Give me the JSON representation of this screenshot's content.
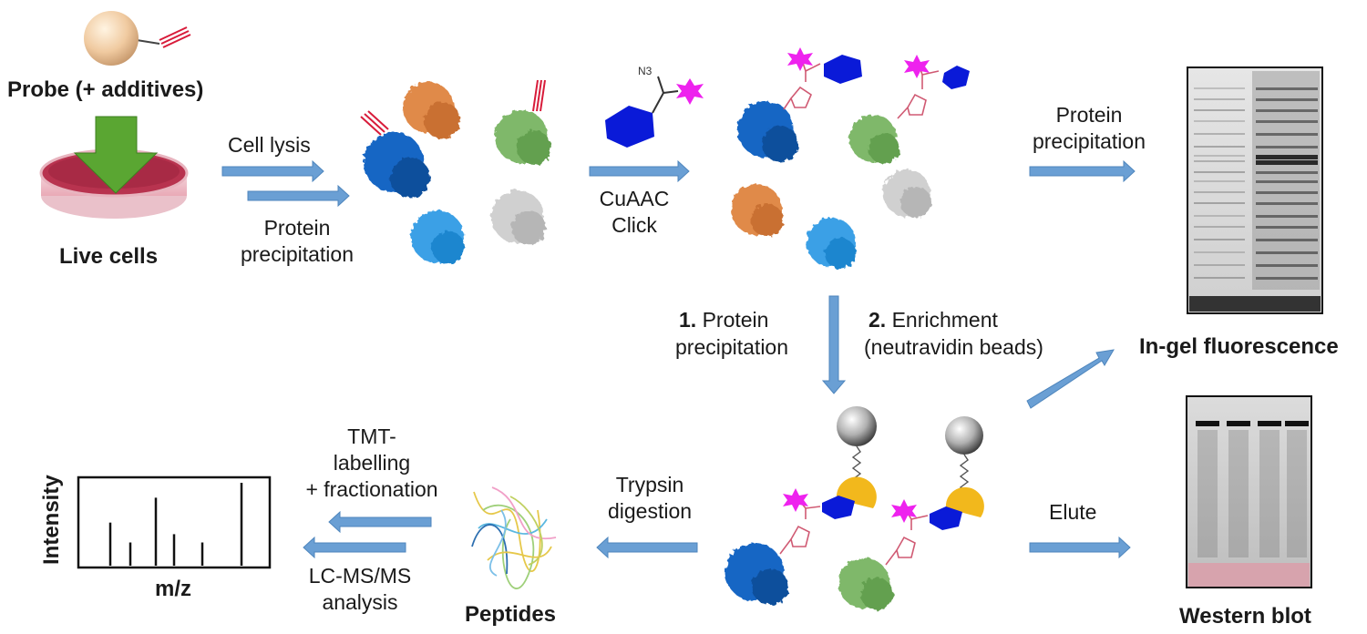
{
  "labels": {
    "probe": "Probe (+ additives)",
    "live_cells": "Live cells",
    "cell_lysis": "Cell lysis",
    "protein_precipitation_1": "Protein",
    "protein_precipitation_2": "precipitation",
    "cuaac": "CuAAC",
    "click": "Click",
    "right_protein": "Protein",
    "right_precipitation": "precipitation",
    "step1_num": "1.",
    "step1_a": "Protein",
    "step1_b": "precipitation",
    "step2_num": "2.",
    "step2_a": "Enrichment",
    "step2_b": "(neutravidin beads)",
    "in_gel": "In-gel fluorescence",
    "western_blot": "Western blot",
    "elute": "Elute",
    "trypsin_a": "Trypsin",
    "trypsin_b": "digestion",
    "peptides": "Peptides",
    "tmt_a": "TMT-",
    "tmt_b": "labelling",
    "tmt_c": "+ fractionation",
    "lcms_a": "LC-MS/MS",
    "lcms_b": "analysis",
    "intensity": "Intensity",
    "mz": "m/z",
    "azide": "N3"
  },
  "spectrum": {
    "peaks": [
      0.52,
      0.28,
      0.82,
      0.38,
      0.28,
      1.0
    ]
  },
  "colors": {
    "arrow": "#6a9fd4",
    "green_arrow": "#5aa632",
    "dish": "#b8334f",
    "alkyne": "#d81b3a",
    "fluorophore": "#ee22ee",
    "biotin": "#0a1ad8",
    "avidin": "#f2b81c",
    "triazole": "#d05a73",
    "protein_blue": "#1766c4",
    "protein_orange": "#e08a4a",
    "protein_green": "#7fb86a",
    "protein_grey": "#c8c8c8",
    "protein_light_blue": "#3aa0e6"
  }
}
